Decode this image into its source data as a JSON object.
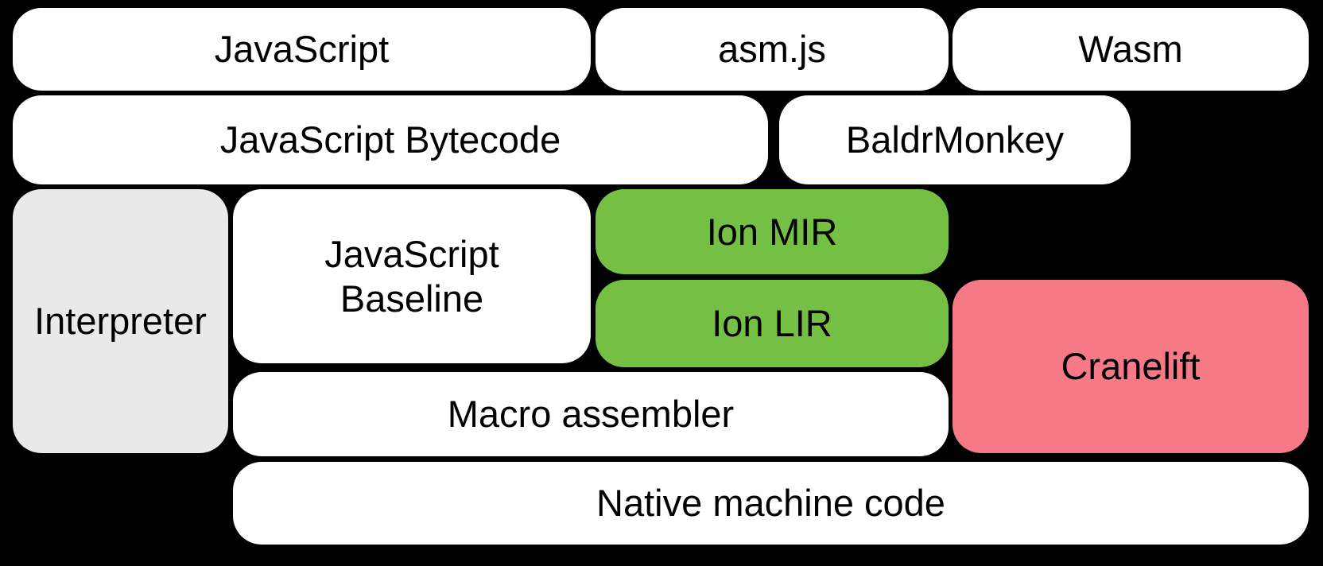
{
  "diagram": {
    "description": "Compiler pipeline diagram on black background",
    "colors": {
      "background": "#000000",
      "box_white": "#ffffff",
      "box_gray": "#e9e9e9",
      "box_green": "#74bf44",
      "box_pink": "#f57987",
      "text": "#000000"
    },
    "boxes": [
      {
        "label": "JavaScript",
        "bg": "#ffffff"
      },
      {
        "label": "asm.js",
        "bg": "#ffffff"
      },
      {
        "label": "Wasm",
        "bg": "#ffffff"
      },
      {
        "label": "JavaScript Bytecode",
        "bg": "#ffffff"
      },
      {
        "label": "BaldrMonkey",
        "bg": "#ffffff"
      },
      {
        "label": "Interpreter",
        "bg": "#e9e9e9"
      },
      {
        "label": "JavaScript Baseline",
        "bg": "#ffffff"
      },
      {
        "label": "Ion MIR",
        "bg": "#74bf44"
      },
      {
        "label": "Ion LIR",
        "bg": "#74bf44"
      },
      {
        "label": "Cranelift",
        "bg": "#f57987"
      },
      {
        "label": "Macro assembler",
        "bg": "#ffffff"
      },
      {
        "label": "Native machine code",
        "bg": "#ffffff"
      }
    ]
  }
}
